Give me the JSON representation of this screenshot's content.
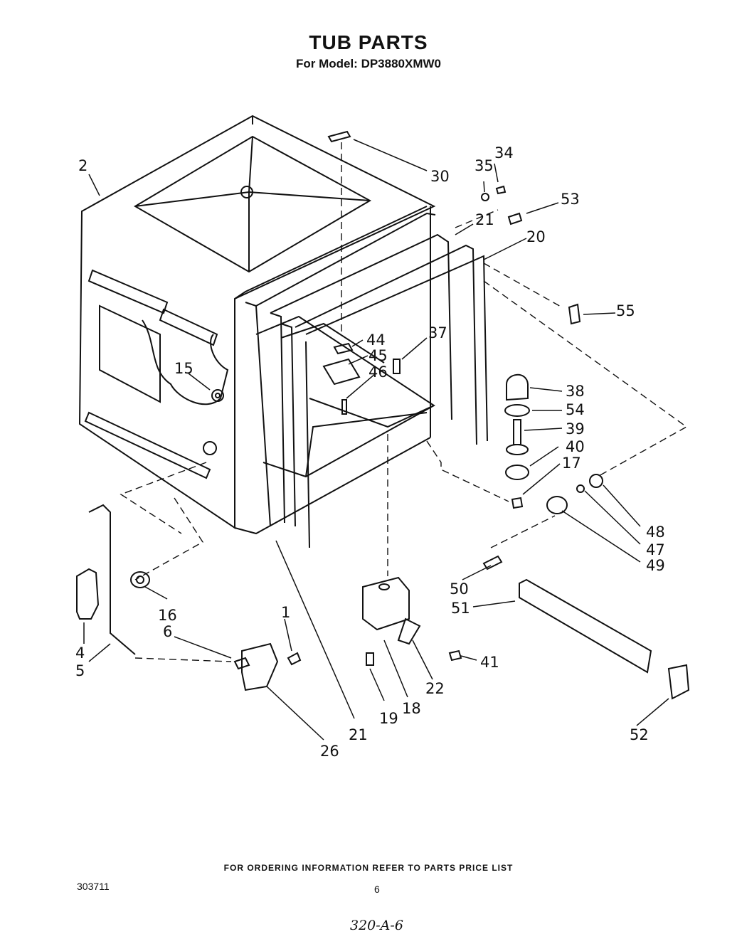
{
  "header": {
    "title": "TUB PARTS",
    "subtitle": "For Model: DP3880XMW0"
  },
  "footer": {
    "ordering_info": "FOR ORDERING INFORMATION REFER TO PARTS PRICE LIST",
    "doc_number": "303711",
    "page_number": "6",
    "handwritten_note": "320-A-6"
  },
  "part_labels": [
    "1",
    "2",
    "4",
    "5",
    "6",
    "15",
    "16",
    "17",
    "18",
    "19",
    "20",
    "21",
    "21",
    "22",
    "26",
    "30",
    "34",
    "35",
    "37",
    "38",
    "39",
    "40",
    "41",
    "44",
    "45",
    "46",
    "47",
    "48",
    "49",
    "50",
    "51",
    "52",
    "53",
    "54",
    "55"
  ]
}
